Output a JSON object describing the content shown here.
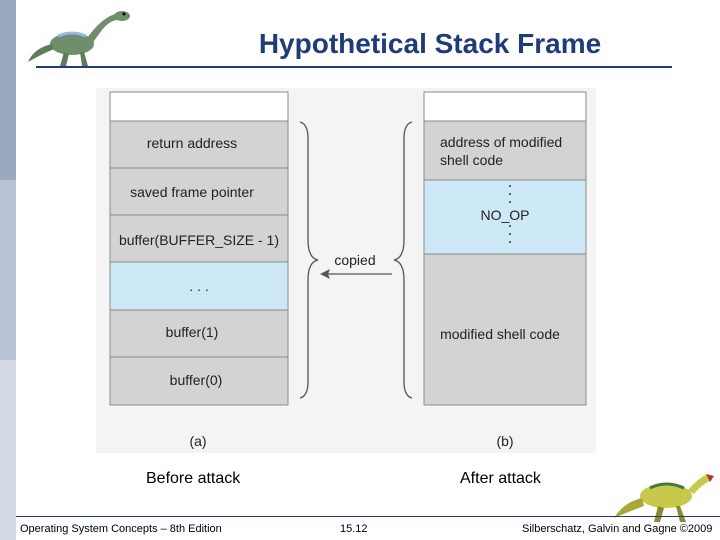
{
  "slide": {
    "title": "Hypothetical Stack Frame",
    "caption_before": "Before attack",
    "caption_after": "After attack"
  },
  "diagram": {
    "left_stack": [
      {
        "label": "",
        "highlight": false
      },
      {
        "label": "return address",
        "highlight": false
      },
      {
        "label": "saved frame pointer",
        "highlight": false
      },
      {
        "label": "buffer(BUFFER_SIZE - 1)",
        "highlight": false
      },
      {
        "label": ". . .",
        "highlight": true
      },
      {
        "label": "buffer(1)",
        "highlight": false
      },
      {
        "label": "buffer(0)",
        "highlight": false
      }
    ],
    "right_stack": {
      "address_line1": "address of modified",
      "address_line2": "shell code",
      "nop": "NO_OP",
      "shellcode": "modified shell code"
    },
    "copied_label": "copied",
    "label_a": "(a)",
    "label_b": "(b)"
  },
  "footer": {
    "left": "Operating System Concepts – 8th Edition",
    "center": "15.12",
    "right": "Silberschatz, Galvin and Gagne ©2009"
  },
  "colors": {
    "title": "#1f3c7a",
    "cell_gray": "#d3d3d3",
    "cell_blue": "#cde8f6",
    "cell_border": "#8a8a8a"
  }
}
